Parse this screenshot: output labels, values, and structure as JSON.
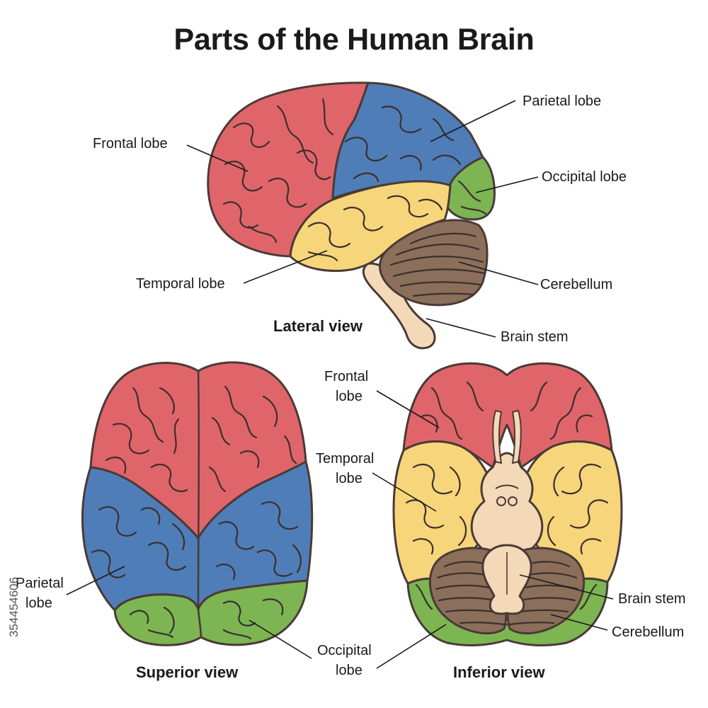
{
  "title": "Parts of the Human Brain",
  "colors": {
    "frontal": "#e0656a",
    "parietal": "#4f7db8",
    "occipital": "#7cb552",
    "temporal": "#f7d57a",
    "cerebellum": "#8b6f5a",
    "brain_stem": "#f3d9b8",
    "outline": "#4a3a36"
  },
  "lateral": {
    "view_label": "Lateral view",
    "labels": {
      "frontal": "Frontal lobe",
      "parietal": "Parietal lobe",
      "occipital": "Occipital lobe",
      "temporal": "Temporal lobe",
      "cerebellum": "Cerebellum",
      "brain_stem": "Brain stem"
    }
  },
  "superior": {
    "view_label": "Superior view",
    "labels": {
      "parietal_line1": "Parietal",
      "parietal_line2": "lobe",
      "occipital_line1": "Occipital",
      "occipital_line2": "lobe"
    }
  },
  "inferior": {
    "view_label": "Inferior view",
    "labels": {
      "frontal_line1": "Frontal",
      "frontal_line2": "lobe",
      "temporal_line1": "Temporal",
      "temporal_line2": "lobe",
      "brain_stem": "Brain stem",
      "cerebellum": "Cerebellum"
    }
  },
  "watermark_id": "354454606"
}
